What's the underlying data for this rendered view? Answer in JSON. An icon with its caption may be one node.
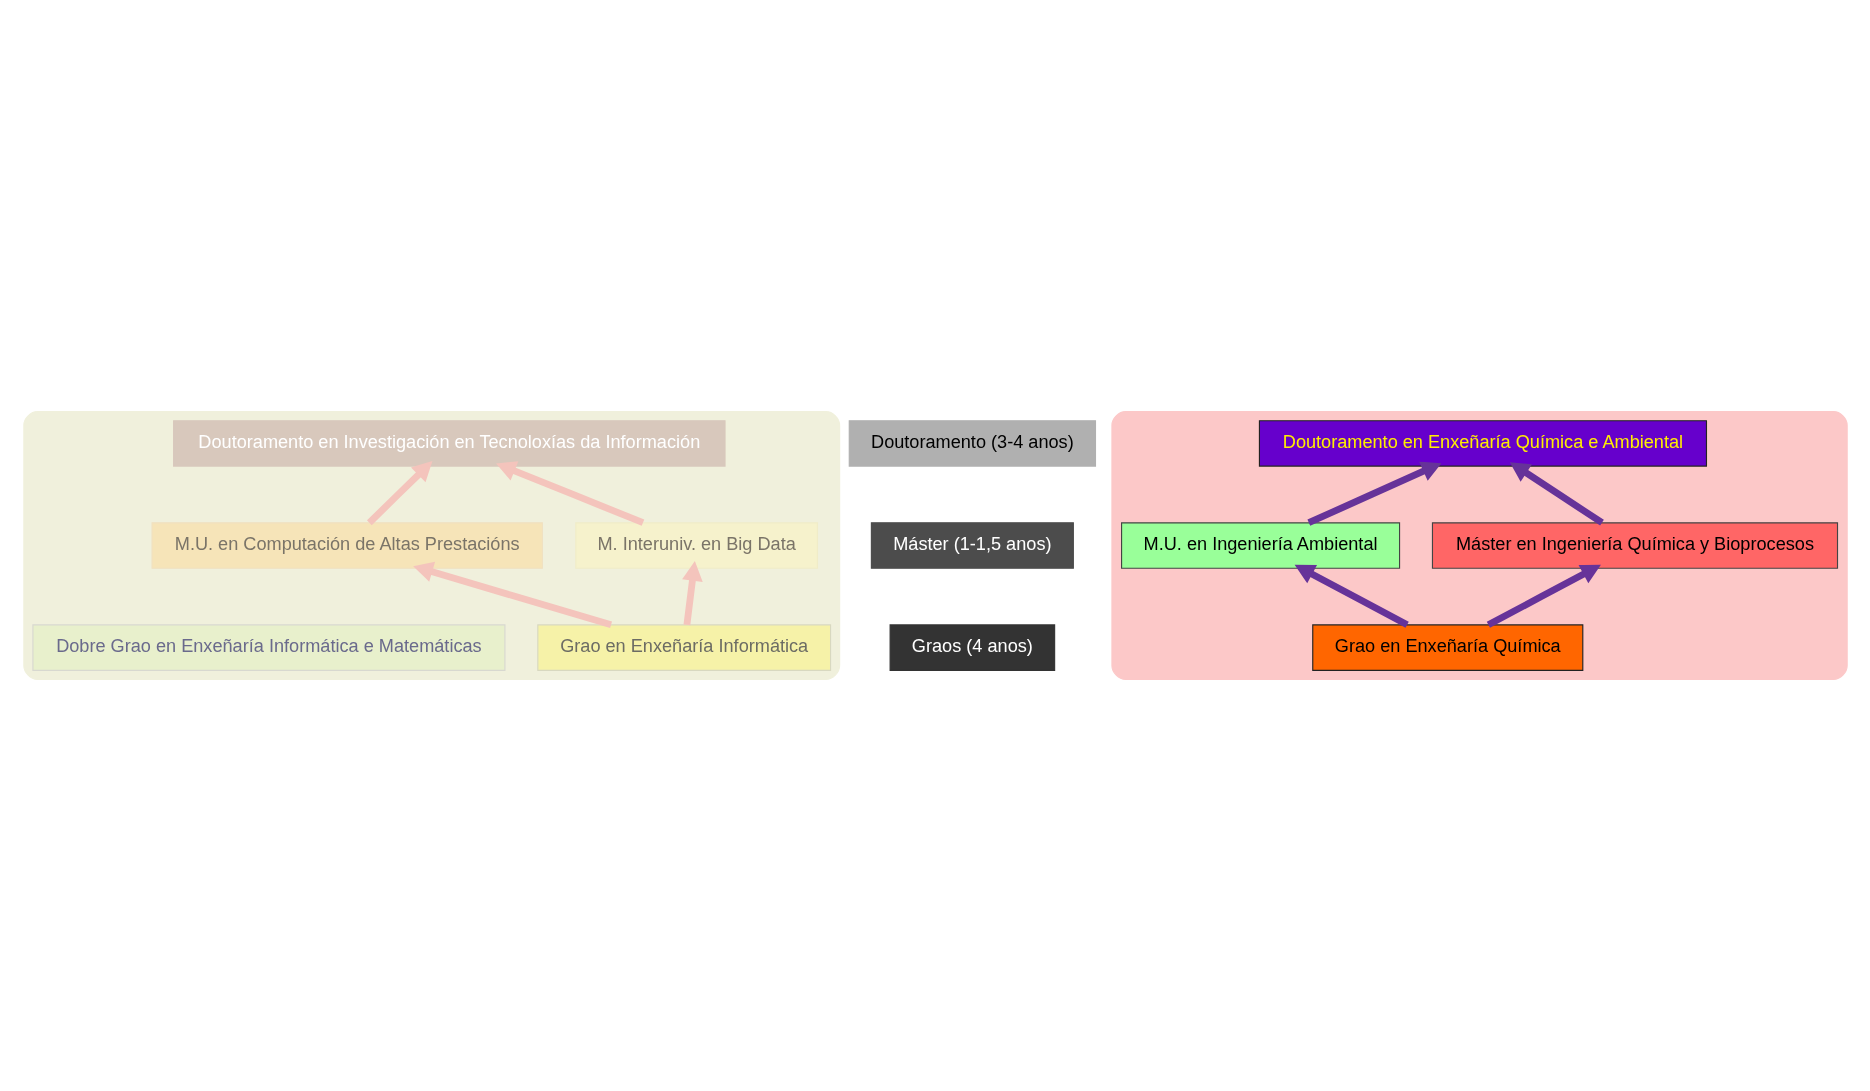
{
  "diagram": {
    "nodes": [
      {
        "text": [],
        "shape": "house"
      },
      {
        "text": [
          "Doutoramento en Investigación en Tecnoloxías da Información"
        ],
        "in": 0
      },
      {
        "text": [
          "M.U. en Computación de Altas Prestacións"
        ],
        "in": 0
      },
      {
        "text": [
          "M. Interuniv. en Big Data"
        ],
        "in": 0
      },
      {
        "text": [
          "Grao en Enxeñaría Informática"
        ],
        "in": 0
      },
      {
        "text": [
          "Dobre Grao en Enxeñaría Informática e Matemáticas"
        ],
        "in": 0
      },
      {
        "text": [
          "Doutoramento (3-4 anos)"
        ]
      },
      {
        "text": [
          "Máster (1-1,5 anos)"
        ]
      },
      {
        "text": [
          "Graos (4 anos)"
        ]
      },
      {
        "text": [],
        "shape": "house"
      },
      {
        "text": [
          "Doutoramento en Enxeñaría Química e Ambiental"
        ],
        "in": 9
      },
      {
        "text": [
          "M.U. en Ingeniería Ambiental"
        ],
        "in": 9
      },
      {
        "text": [
          "Máster en Ingeniería Química y Bioprocesos"
        ],
        "in": 9
      },
      {
        "text": [
          "Grao en Enxeñaría Química"
        ],
        "in": 9
      }
    ],
    "edges": [
      {
        "from": 2,
        "to": 1,
        "arrow": "to",
        "color": "#f4c4bc"
      },
      {
        "from": 3,
        "to": 1,
        "arrow": "to",
        "color": "#f4c4bc"
      },
      {
        "from": 4,
        "to": 2,
        "arrow": "to",
        "color": "#f4c4bc"
      },
      {
        "from": 4,
        "to": 3,
        "arrow": "to",
        "color": "#f4c4bc"
      },
      {
        "from": 11,
        "to": 10,
        "arrow": "to",
        "color": "#663399"
      },
      {
        "from": 12,
        "to": 10,
        "arrow": "to",
        "color": "#663399"
      },
      {
        "from": 13,
        "to": 11,
        "arrow": "to",
        "color": "#663399"
      },
      {
        "from": 13,
        "to": 12,
        "arrow": "to",
        "color": "#663399"
      }
    ]
  }
}
